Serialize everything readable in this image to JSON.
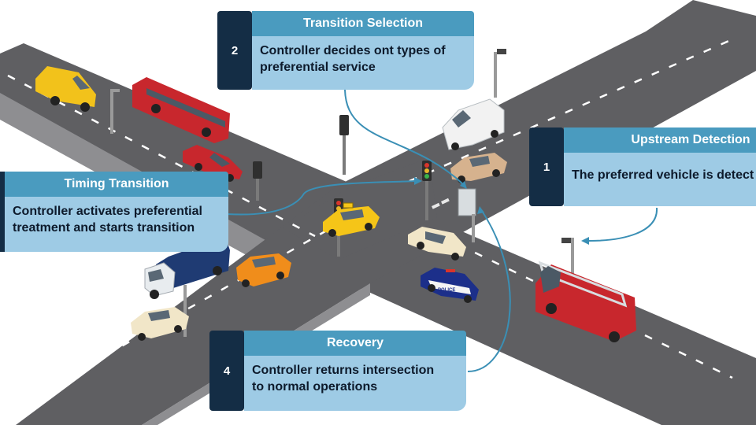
{
  "steps": [
    {
      "number": "1",
      "title": "Upstream Detection",
      "lines": [
        "The preferred vehicle is detect"
      ]
    },
    {
      "number": "2",
      "title": "Transition Selection",
      "lines": [
        "Controller decides ont types of",
        "preferential service"
      ]
    },
    {
      "number": "",
      "title": "Timing Transition",
      "lines": [
        "Controller activates preferential",
        "treatment and starts transition"
      ]
    },
    {
      "number": "4",
      "title": "Recovery",
      "lines": [
        "Controller returns intersection",
        "to normal operations"
      ]
    }
  ],
  "vehicle_labels": {
    "police": "POLICE"
  },
  "colors": {
    "callout_number_bg": "#142d45",
    "callout_header_bg": "#4a9bbf",
    "callout_body_bg": "#9ecbe5",
    "arrow": "#3a8fb5",
    "road": "#5f5f62"
  }
}
